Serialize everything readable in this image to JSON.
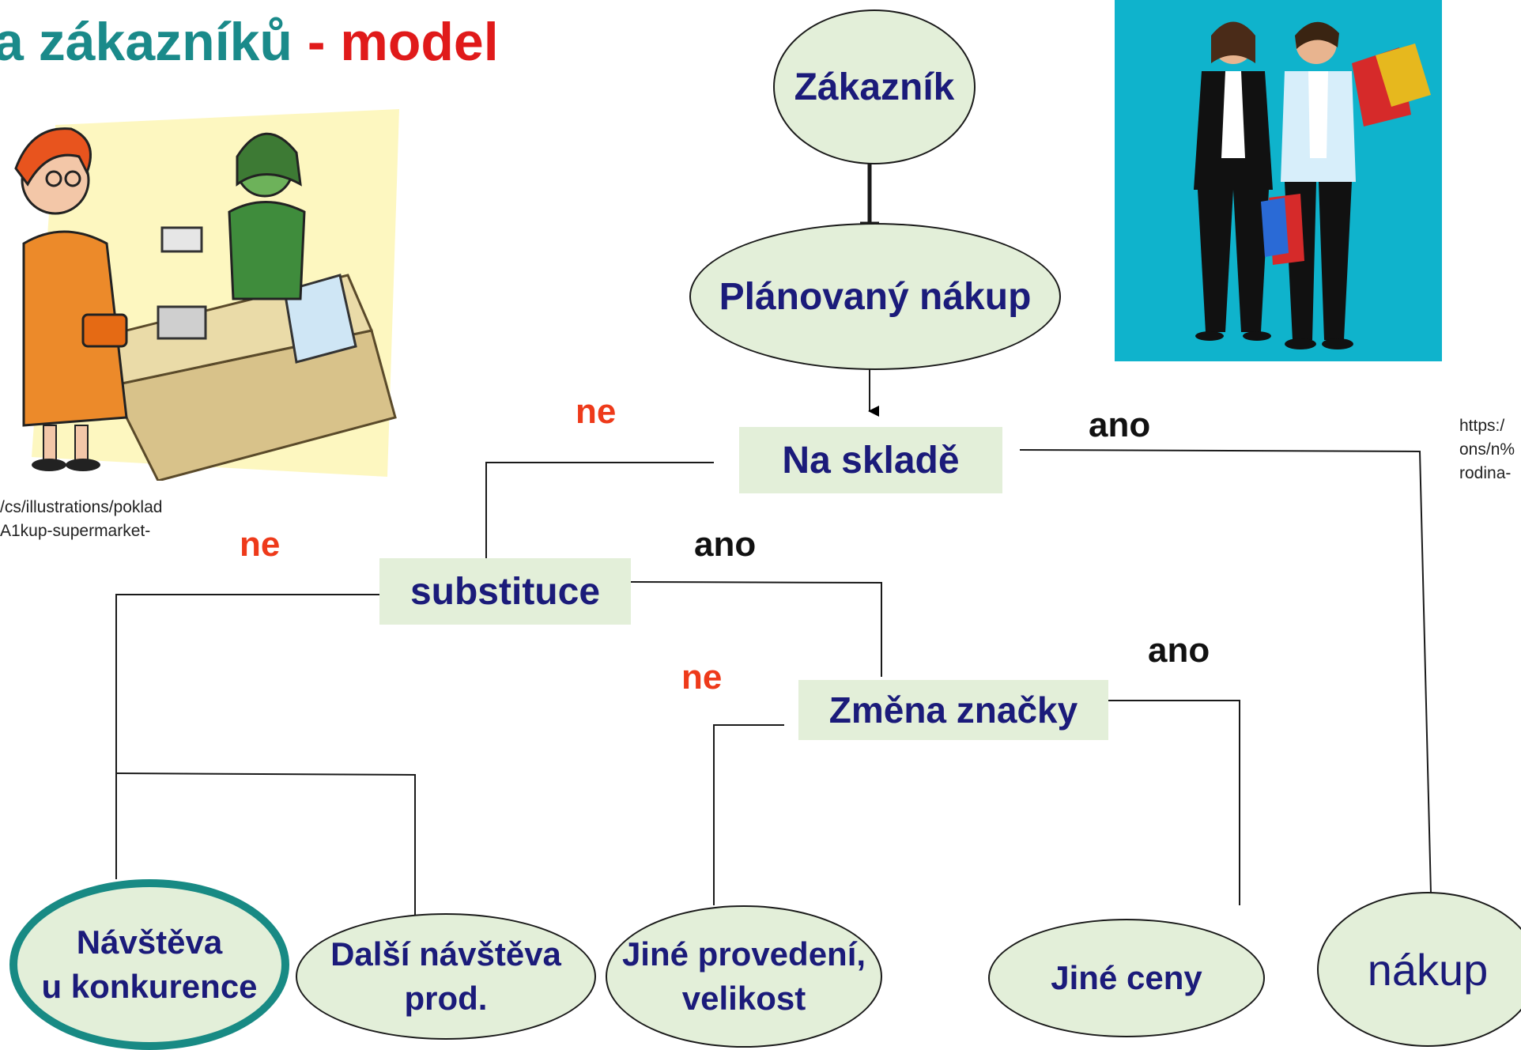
{
  "title": {
    "part1": "a zákazníků",
    "part2": " - model"
  },
  "nodes": {
    "zakaznik": "Zákazník",
    "planovany": "Plánovaný nákup",
    "nasklade": "Na skladě",
    "substituce": "substituce",
    "zmena": "Změna značky",
    "navsteva": "Návštěva\nu konkurence",
    "dalsi": "Další návštěva\nprod.",
    "jine_provedeni": "Jiné provedení,\nvelikost",
    "jine_ceny": "Jiné ceny",
    "nakup": "nákup"
  },
  "labels": {
    "ne1": "ne",
    "ano1": "ano",
    "ne2": "ne",
    "ano2": "ano",
    "ne3": "ne",
    "ano3": "ano"
  },
  "sources": {
    "left_line1": "/cs/illustrations/poklad",
    "left_line2": "A1kup-supermarket-",
    "right_line1": "https:/",
    "right_line2": "ons/n%",
    "right_line3": "rodina-"
  },
  "colors": {
    "title_teal": "#1a8a8a",
    "title_red": "#e01a1a",
    "node_fill": "#e3efd9",
    "node_text": "#1b1b7a",
    "label_red": "#ee3a1a",
    "photo_bg": "#0fb3cc",
    "highlight_border": "#188a84"
  }
}
